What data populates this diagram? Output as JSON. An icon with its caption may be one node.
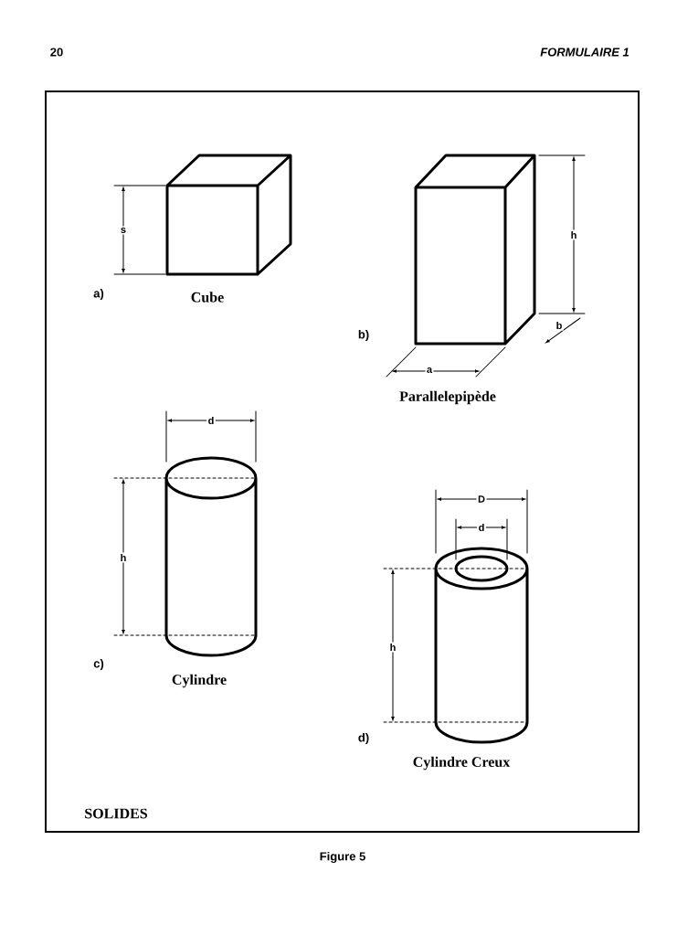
{
  "diagram": {
    "caption": "Figure 5",
    "labels": [
      "20",
      "FORMULAIRE 1",
      "s",
      "a)",
      "Cube",
      "h",
      "b",
      "b)",
      "a",
      "Parallelepipède",
      "d",
      "h",
      "c)",
      "Cylindre",
      "D",
      "d",
      "h",
      "d)",
      "Cylindre Creux",
      "SOLIDES"
    ]
  }
}
